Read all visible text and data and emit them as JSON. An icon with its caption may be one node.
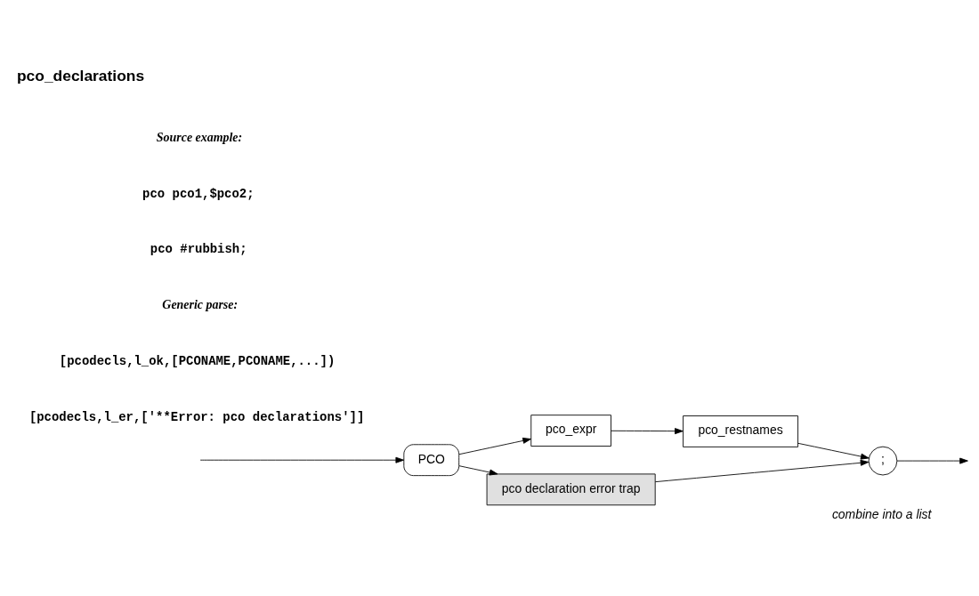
{
  "diagram": {
    "title": "pco_declarations",
    "nodes": [
      {
        "text": [
          "PCO"
        ]
      },
      {
        "text": [
          "pco_expr"
        ]
      },
      {
        "text": [
          "pco_restnames"
        ]
      },
      {
        "text": [
          "pco declaration error trap"
        ]
      },
      {
        "text": [
          ";"
        ],
        "beside": [
          "combine into a list"
        ]
      }
    ],
    "edges": [
      {
        "from": null,
        "to": 0,
        "arrow": "to"
      },
      {
        "from": 0,
        "to": 1,
        "arrow": "to"
      },
      {
        "from": 1,
        "to": 2,
        "arrow": "to"
      },
      {
        "from": 2,
        "to": 4,
        "arrow": "to"
      },
      {
        "from": 0,
        "to": 3,
        "arrow": "to"
      },
      {
        "from": 3,
        "to": 4,
        "arrow": "to"
      },
      {
        "from": 4,
        "to": null,
        "arrow": "to"
      }
    ],
    "labels": [
      "Source example:",
      "pco pco1,$pco2;",
      "pco #rubbish;",
      "Generic parse:",
      "[pcodecls,l_ok,[PCONAME,PCONAME,...])",
      "[pcodecls,l_er,['**Error: pco declarations']]"
    ]
  }
}
